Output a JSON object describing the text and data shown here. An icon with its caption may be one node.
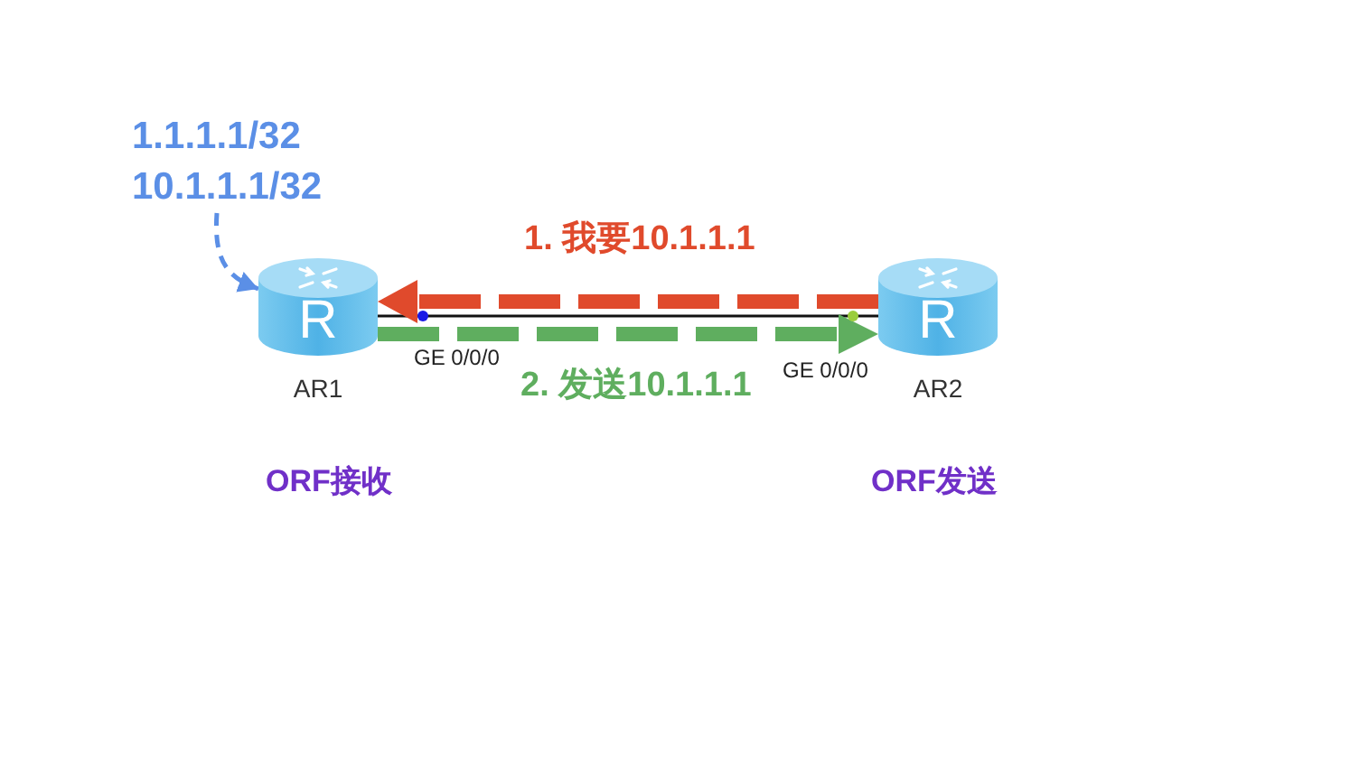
{
  "diagram": {
    "nodes": [
      {
        "text": [
          "1.1.1.1/32 10.1.1.1/32"
        ]
      },
      {
        "text": [
          "R"
        ],
        "beside": [
          "AR1"
        ]
      },
      {
        "text": [
          "R"
        ],
        "beside": [
          "AR2"
        ]
      }
    ],
    "edges": [
      {
        "from": 0,
        "to": 1,
        "arrow": "to",
        "style": "dashed",
        "color": "#5b8fe6"
      },
      {
        "from": 1,
        "to": 2,
        "arrow": "none",
        "color": "#111111"
      },
      {
        "from": 2,
        "to": 1,
        "arrow": "to",
        "label": "1. 我要10.1.1.1",
        "style": "dashed",
        "color": "#e04a2c"
      },
      {
        "from": 1,
        "to": 2,
        "arrow": "to",
        "label": "2. 发送10.1.1.1",
        "style": "dashed",
        "color": "#5fae5f"
      }
    ],
    "labels": [
      "GE 0/0/0",
      "GE 0/0/0",
      "ORF接收",
      "ORF发送"
    ]
  }
}
